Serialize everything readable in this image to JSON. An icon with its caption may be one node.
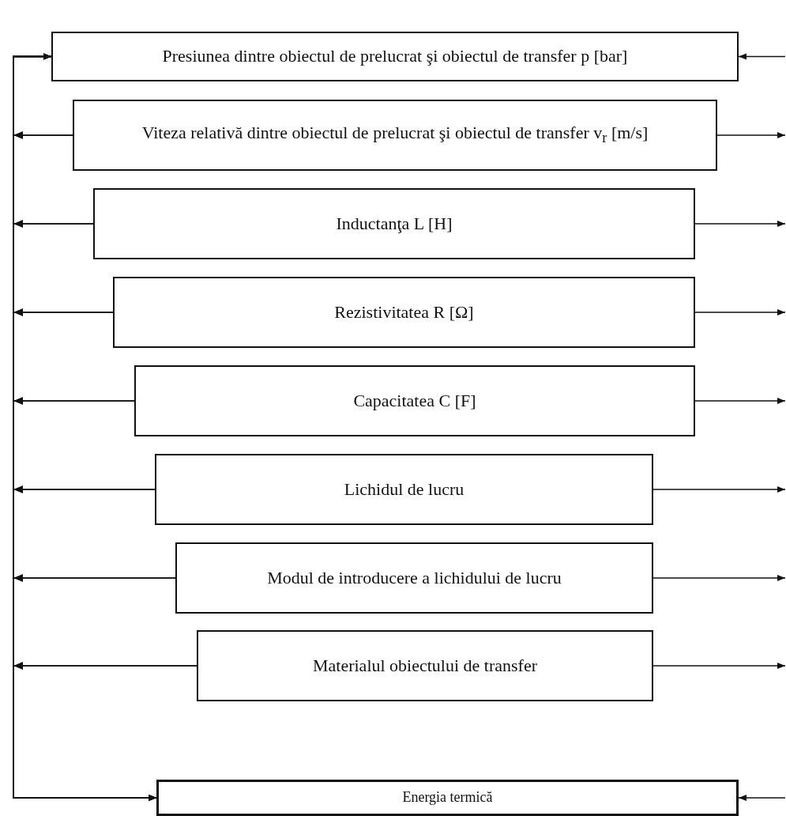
{
  "diagram": {
    "nodes": [
      {
        "text": [
          "Presiunea dintre obiectul de prelucrat şi obiectul de transfer p [bar]"
        ]
      },
      {
        "text": [
          "Viteza relativă dintre obiectul de prelucrat şi obiectul de transfer v$_{r}$ [m/s]"
        ]
      },
      {
        "text": [
          "Inductanţa L [H]"
        ]
      },
      {
        "text": [
          "Rezistivitatea R [Ω]"
        ]
      },
      {
        "text": [
          "Capacitatea C [F]"
        ]
      },
      {
        "text": [
          "Lichidul de lucru"
        ]
      },
      {
        "text": [
          "Modul de introducere a lichidului de lucru"
        ]
      },
      {
        "text": [
          "Materialul obiectului de transfer"
        ]
      },
      {
        "text": [
          "Energia termică"
        ]
      }
    ],
    "edges": [
      {
        "from": 1,
        "to": 0,
        "arrow": "to"
      },
      {
        "from": 2,
        "to": 0,
        "arrow": "to"
      },
      {
        "from": 3,
        "to": 0,
        "arrow": "to"
      },
      {
        "from": 4,
        "to": 0,
        "arrow": "to"
      },
      {
        "from": 5,
        "to": 0,
        "arrow": "to"
      },
      {
        "from": 6,
        "to": 0,
        "arrow": "to"
      },
      {
        "from": 7,
        "to": 0,
        "arrow": "to"
      },
      {
        "from": 1,
        "to": 8,
        "arrow": "to"
      },
      {
        "from": 2,
        "to": 8,
        "arrow": "to"
      },
      {
        "from": 3,
        "to": 8,
        "arrow": "to"
      },
      {
        "from": 4,
        "to": 8,
        "arrow": "to"
      },
      {
        "from": 5,
        "to": 8,
        "arrow": "to"
      },
      {
        "from": 6,
        "to": 8,
        "arrow": "to"
      },
      {
        "from": 7,
        "to": 8,
        "arrow": "to"
      },
      {
        "from": 1,
        "to": null,
        "arrow": "to"
      },
      {
        "from": 2,
        "to": null,
        "arrow": "to"
      },
      {
        "from": 3,
        "to": null,
        "arrow": "to"
      },
      {
        "from": 4,
        "to": null,
        "arrow": "to"
      },
      {
        "from": 5,
        "to": null,
        "arrow": "to"
      },
      {
        "from": 6,
        "to": null,
        "arrow": "to"
      },
      {
        "from": 7,
        "to": null,
        "arrow": "to"
      },
      {
        "from": null,
        "to": 0,
        "arrow": "to"
      },
      {
        "from": null,
        "to": 8,
        "arrow": "to"
      }
    ]
  }
}
